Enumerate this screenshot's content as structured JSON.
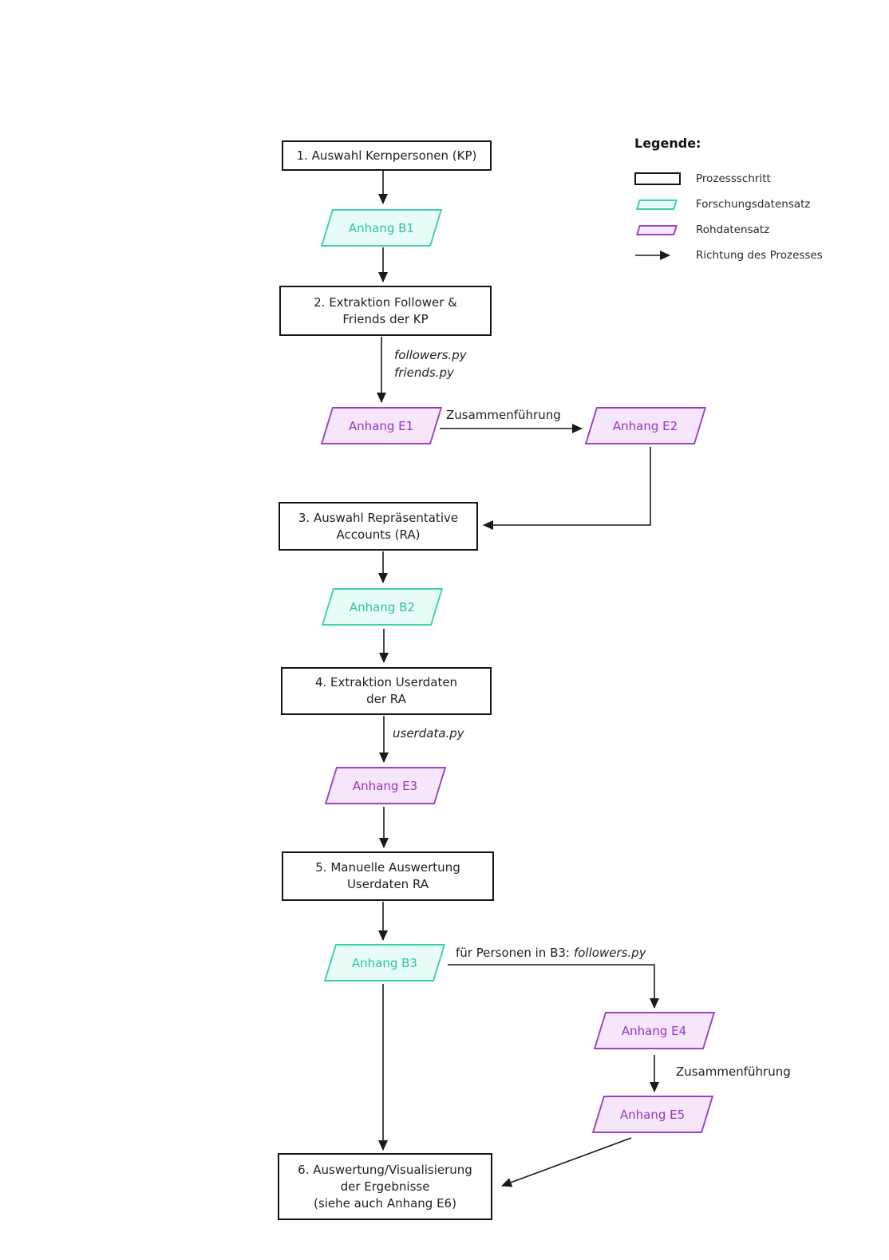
{
  "nodes": {
    "step1": {
      "lines": [
        "1. Auswahl Kernpersonen (KP)"
      ]
    },
    "step2": {
      "lines": [
        "2. Extraktion Follower &",
        "Friends der KP"
      ]
    },
    "step3": {
      "lines": [
        "3. Auswahl Repräsentative",
        "Accounts (RA)"
      ]
    },
    "step4": {
      "lines": [
        "4. Extraktion Userdaten",
        "der RA"
      ]
    },
    "step5": {
      "lines": [
        "5. Manuelle Auswertung",
        "Userdaten RA"
      ]
    },
    "step6": {
      "lines": [
        "6. Auswertung/Visualisierung",
        "der Ergebnisse",
        "(siehe auch Anhang E6)"
      ]
    },
    "b1": {
      "label": "Anhang B1"
    },
    "e1": {
      "label": "Anhang E1"
    },
    "e2": {
      "label": "Anhang E2"
    },
    "b2": {
      "label": "Anhang B2"
    },
    "e3": {
      "label": "Anhang E3"
    },
    "b3": {
      "label": "Anhang B3"
    },
    "e4": {
      "label": "Anhang E4"
    },
    "e5": {
      "label": "Anhang E5"
    }
  },
  "edge_labels": {
    "followers_py": "followers.py",
    "friends_py": "friends.py",
    "merge_1": "Zusammenführung",
    "userdata_py": "userdata.py",
    "for_persons_prefix": "für Personen in B3:",
    "for_persons_script": "followers.py",
    "merge_2": "Zusammenführung"
  },
  "legend": {
    "title": "Legende:",
    "items": [
      {
        "type": "process",
        "label": "Prozessschritt"
      },
      {
        "type": "research",
        "label": "Forschungsdatensatz"
      },
      {
        "type": "raw",
        "label": "Rohdatensatz"
      },
      {
        "type": "arrow",
        "label": "Richtung des Prozesses"
      }
    ]
  },
  "colors": {
    "research_border": "#3fd0ae",
    "research_fill": "#e7fcf6",
    "research_text": "#2fc3a4",
    "raw_border": "#9a43c6",
    "raw_fill": "#f6e6fa",
    "raw_text": "#9a35c0",
    "process_border": "#141414",
    "arrow": "#1a1a1a",
    "background": "#ffffff"
  }
}
